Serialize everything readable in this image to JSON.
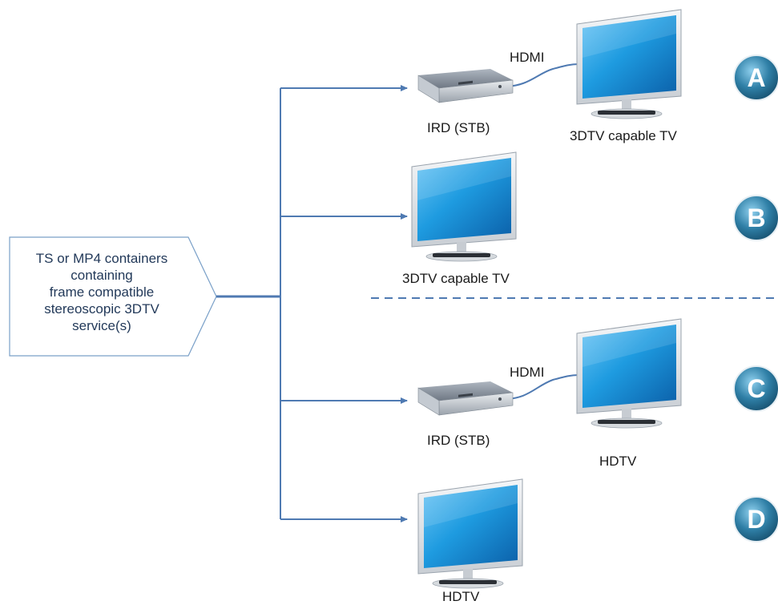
{
  "source_box": {
    "lines": [
      "TS or MP4 containers",
      "containing",
      "frame compatible",
      "stereoscopic 3DTV",
      "service(s)"
    ]
  },
  "scenarios": [
    {
      "letter": "A",
      "stb_label": "IRD (STB)",
      "cable_label": "HDMI",
      "tv_label": "3DTV capable TV"
    },
    {
      "letter": "B",
      "tv_label": "3DTV capable TV"
    },
    {
      "letter": "C",
      "stb_label": "IRD (STB)",
      "cable_label": "HDMI",
      "tv_label": "HDTV"
    },
    {
      "letter": "D",
      "tv_label": "HDTV"
    }
  ],
  "colors": {
    "connector": "#4f7ab2",
    "divider": "#4f7ab2",
    "source_border": "#7aa0c8",
    "badge": "#2f7fa6",
    "screen": "#1e9be0"
  }
}
